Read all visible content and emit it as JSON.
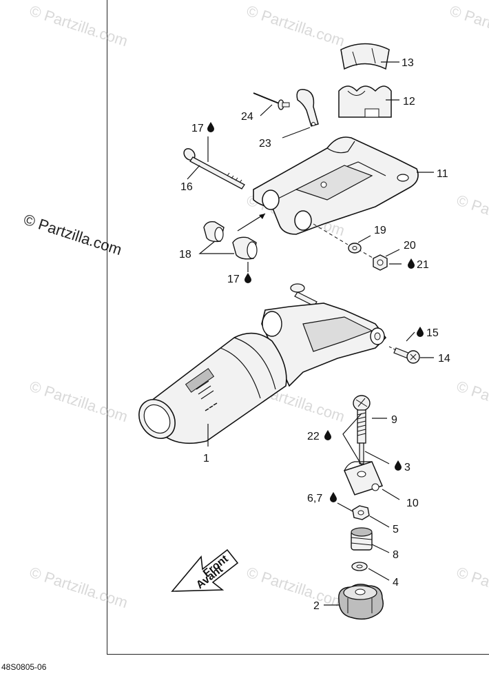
{
  "watermark": {
    "main": "© Partzilla.com",
    "faint": "© Partzilla.com"
  },
  "diagram_code": "48S0805-06",
  "direction_arrow": {
    "line1": "Front",
    "line2": "Avant"
  },
  "callouts": {
    "c1": "1",
    "c2": "2",
    "c3": "3",
    "c4": "4",
    "c5": "5",
    "c67": "6,7",
    "c8": "8",
    "c9": "9",
    "c10": "10",
    "c11": "11",
    "c12": "12",
    "c13": "13",
    "c14": "14",
    "c15": "15",
    "c16": "16",
    "c17a": "17",
    "c17b": "17",
    "c18": "18",
    "c19": "19",
    "c20": "20",
    "c21": "21",
    "c22": "22",
    "c23": "23",
    "c24": "24"
  },
  "colors": {
    "line": "#111111",
    "watermark": "#d9d9d9",
    "part_fill": "#f2f2f2",
    "part_shade": "#bdbdbd"
  }
}
